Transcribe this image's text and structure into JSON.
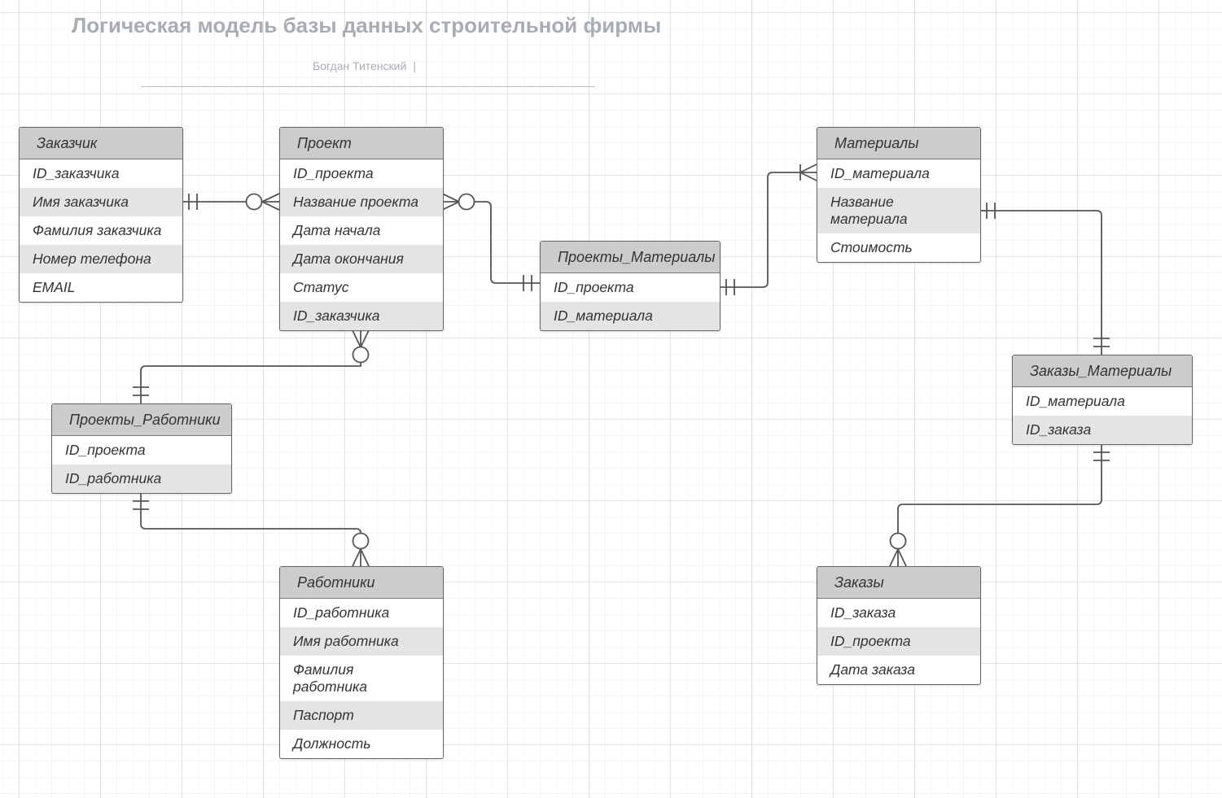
{
  "diagram": {
    "title": "Логическая модель базы данных строительной фирмы",
    "author": "Богдан Титенский",
    "author_cursor": "|"
  },
  "entities": {
    "customer": {
      "name": "Заказчик",
      "attributes": [
        "ID_заказчика",
        "Имя заказчика",
        "Фамилия заказчика",
        "Номер телефона",
        "EMAIL"
      ]
    },
    "project": {
      "name": "Проект",
      "attributes": [
        "ID_проекта",
        "Название проекта",
        "Дата начала",
        "Дата окончания",
        "Статус",
        "ID_заказчика"
      ]
    },
    "materials": {
      "name": "Материалы",
      "attributes": [
        "ID_материала",
        "Название материала",
        "Стоимость"
      ]
    },
    "project_materials": {
      "name": "Проекты_Материалы",
      "attributes": [
        "ID_проекта",
        "ID_материала"
      ]
    },
    "order_materials": {
      "name": "Заказы_Материалы",
      "attributes": [
        "ID_материала",
        "ID_заказа"
      ]
    },
    "project_workers": {
      "name": "Проекты_Работники",
      "attributes": [
        "ID_проекта",
        "ID_работника"
      ]
    },
    "workers": {
      "name": "Работники",
      "attributes": [
        "ID_работника",
        "Имя работника",
        "Фамилия работника",
        "Паспорт",
        "Должность"
      ]
    },
    "orders": {
      "name": "Заказы",
      "attributes": [
        "ID_заказа",
        "ID_проекта",
        "Дата заказа"
      ]
    }
  },
  "relationships": [
    {
      "from": "Заказчик",
      "from_end": "one-and-only-one",
      "to": "Проект",
      "to_end": "zero-or-many"
    },
    {
      "from": "Проект",
      "from_end": "zero-or-many",
      "to": "Проекты_Материалы",
      "to_end": "one-and-only-one"
    },
    {
      "from": "Проекты_Материалы",
      "from_end": "one-and-only-one",
      "to": "Материалы",
      "to_end": "one-or-many"
    },
    {
      "from": "Материалы",
      "from_end": "one-and-only-one",
      "to": "Заказы_Материалы",
      "to_end": "one-and-only-one"
    },
    {
      "from": "Заказы_Материалы",
      "from_end": "one-and-only-one",
      "to": "Заказы",
      "to_end": "zero-or-many"
    },
    {
      "from": "Проект",
      "from_end": "zero-or-many",
      "to": "Проекты_Работники",
      "to_end": "one-and-only-one"
    },
    {
      "from": "Проекты_Работники",
      "from_end": "one-and-only-one",
      "to": "Работники",
      "to_end": "zero-or-many"
    }
  ],
  "colors": {
    "header_fill": "#cccccc",
    "row_shade": "#e4e4e4",
    "border": "#666666",
    "connector": "#555555",
    "title_text": "#a8adb4",
    "body_text": "#333333"
  }
}
